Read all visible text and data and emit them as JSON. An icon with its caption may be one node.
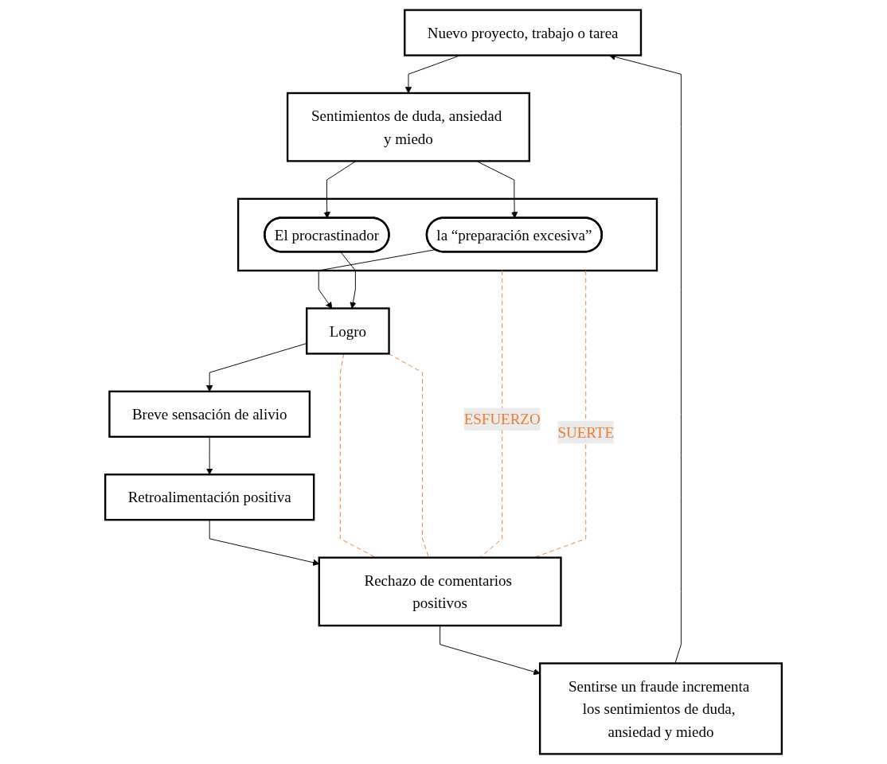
{
  "diagram": {
    "nodes": [
      {
        "text": [
          "Nuevo proyecto, trabajo o tarea"
        ]
      },
      {
        "text": [
          "Sentirse un fraude incrementa los sentimientos de duda, ansiedad y miedo"
        ]
      },
      {
        "text": [
          "Sentimientos de duda, ansiedad y miedo"
        ]
      },
      {
        "text": [],
        "shape": "box"
      },
      {
        "text": [
          "la “preparación excesiva”"
        ],
        "in": 3
      },
      {
        "text": [
          "El procrastinador"
        ],
        "in": 3
      },
      {
        "text": [
          "Logro"
        ]
      },
      {
        "text": [
          "Breve sensación de alivio"
        ]
      },
      {
        "text": [
          "Retroalimentación positiva"
        ]
      },
      {
        "text": [
          "Rechazo de comentarios positivos"
        ]
      }
    ],
    "edges": [
      {
        "from": 1,
        "to": 0,
        "arrow": "to"
      },
      {
        "from": 0,
        "to": 2,
        "arrow": "to"
      },
      {
        "from": 2,
        "to": 4,
        "arrow": "to"
      },
      {
        "from": 2,
        "to": 5,
        "arrow": "to"
      },
      {
        "from": 4,
        "to": 6,
        "arrow": "to"
      },
      {
        "from": 5,
        "to": 6,
        "arrow": "to"
      },
      {
        "from": 6,
        "to": 7,
        "arrow": "to"
      },
      {
        "from": 7,
        "to": 8,
        "arrow": "to"
      },
      {
        "from": 8,
        "to": 9,
        "arrow": "to"
      },
      {
        "from": 9,
        "to": 1,
        "arrow": "to"
      },
      {
        "from": 3,
        "to": 9,
        "arrow": "none",
        "style": "dashed",
        "color": "#ed7d31",
        "label": "ESFUERZO"
      },
      {
        "from": 6,
        "to": 9,
        "arrow": "none",
        "style": "dashed",
        "color": "#ed7d31"
      },
      {
        "from": 3,
        "to": 9,
        "arrow": "none",
        "style": "dashed",
        "color": "#ed7d31",
        "label": "SUERTE"
      },
      {
        "from": 6,
        "to": 9,
        "arrow": "none",
        "style": "dashed",
        "color": "#ed7d31"
      }
    ]
  }
}
